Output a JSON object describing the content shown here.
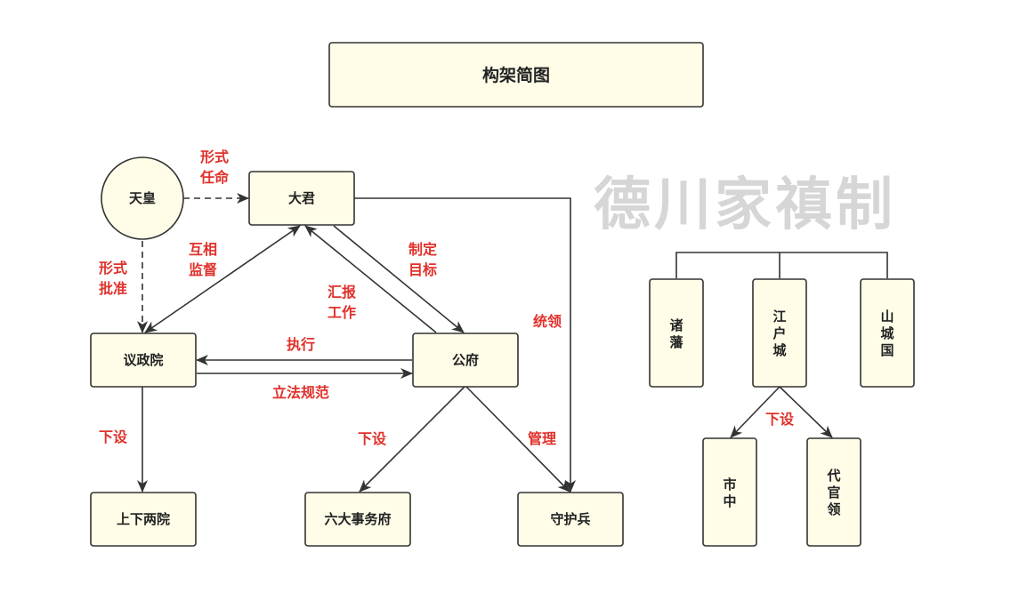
{
  "title": "构架简图",
  "watermark": "德川家禛制",
  "nodes": {
    "tenno": "天皇",
    "taikun": "大君",
    "giseiin": "议政院",
    "kofu": "公府",
    "jouge": "上下两院",
    "rokudai": "六大事务府",
    "shugo": "守护兵",
    "shohan": [
      "诸",
      "藩"
    ],
    "edojo": [
      "江",
      "户",
      "城"
    ],
    "sanjou": [
      "山",
      "城",
      "国"
    ],
    "shichu": [
      "市",
      "中"
    ],
    "daikanryo": [
      "代",
      "官",
      "领"
    ]
  },
  "labels": {
    "formal_appoint": [
      "形式",
      "任命"
    ],
    "formal_approve": [
      "形式",
      "批准"
    ],
    "mutual_supervise": [
      "互相",
      "监督"
    ],
    "report_work": [
      "汇报",
      "工作"
    ],
    "set_goals": [
      "制定",
      "目标"
    ],
    "command": "统领",
    "execute": "执行",
    "legislate": "立法规范",
    "subordinate_left": "下设",
    "subordinate_mid": "下设",
    "manage": "管理",
    "subordinate_right": "下设"
  }
}
